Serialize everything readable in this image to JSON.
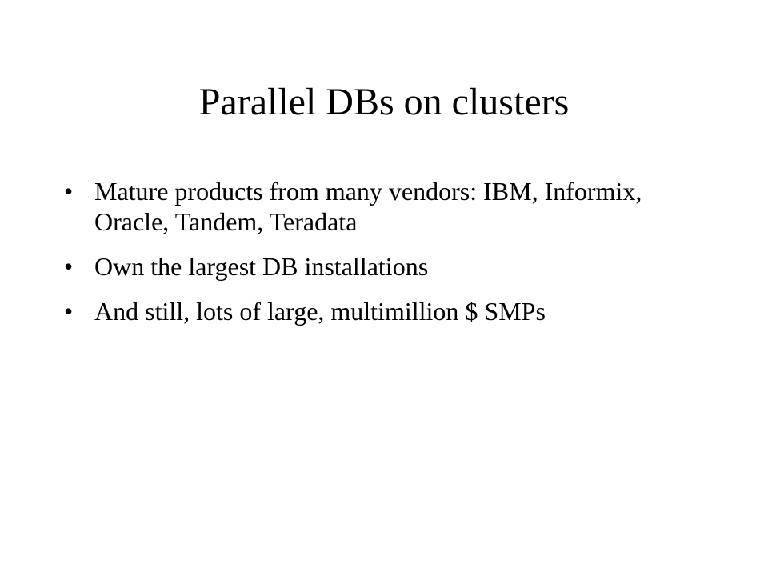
{
  "slide": {
    "title": "Parallel DBs on clusters",
    "bullet_glyph": "•",
    "bullets": [
      {
        "text": "Mature products from many vendors: IBM, Informix, Oracle, Tandem, Teradata"
      },
      {
        "text": "Own the largest DB installations"
      },
      {
        "text": "And still, lots of large, multimillion $ SMPs"
      }
    ]
  }
}
